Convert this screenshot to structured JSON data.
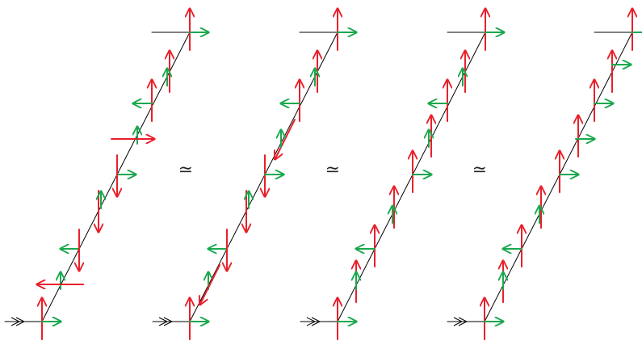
{
  "colors": {
    "red": "#e8202a",
    "green": "#1aa84e",
    "line": "#000000"
  },
  "equivalence_symbols": [
    "≃",
    "≃",
    "≃"
  ],
  "panels": [
    {
      "name": "panel-1"
    },
    {
      "name": "panel-2"
    },
    {
      "name": "panel-3"
    },
    {
      "name": "panel-4"
    }
  ]
}
